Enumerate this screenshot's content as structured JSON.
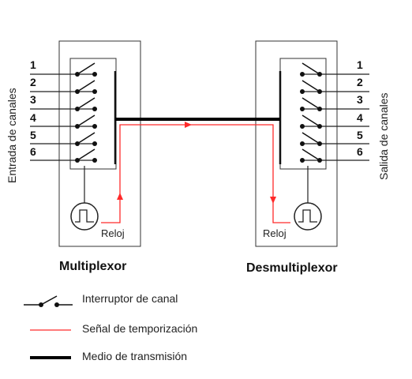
{
  "left_device": {
    "title": "Multiplexor",
    "side_label": "Entrada  de canales",
    "clock_label": "Reloj",
    "channels": [
      "1",
      "2",
      "3",
      "4",
      "5",
      "6"
    ]
  },
  "right_device": {
    "title": "Desmultiplexor",
    "side_label": "Salida  de canales",
    "clock_label": "Reloj",
    "channels": [
      "1",
      "2",
      "3",
      "4",
      "5",
      "6"
    ]
  },
  "legend": [
    {
      "key": "switch",
      "label": "Interruptor de canal"
    },
    {
      "key": "timing",
      "label": "Señal de temporización"
    },
    {
      "key": "medium",
      "label": "Medio de transmisión"
    }
  ],
  "colors": {
    "line": "#222222",
    "timing_signal": "#ff2a2a",
    "transmission_medium": "#000000"
  }
}
